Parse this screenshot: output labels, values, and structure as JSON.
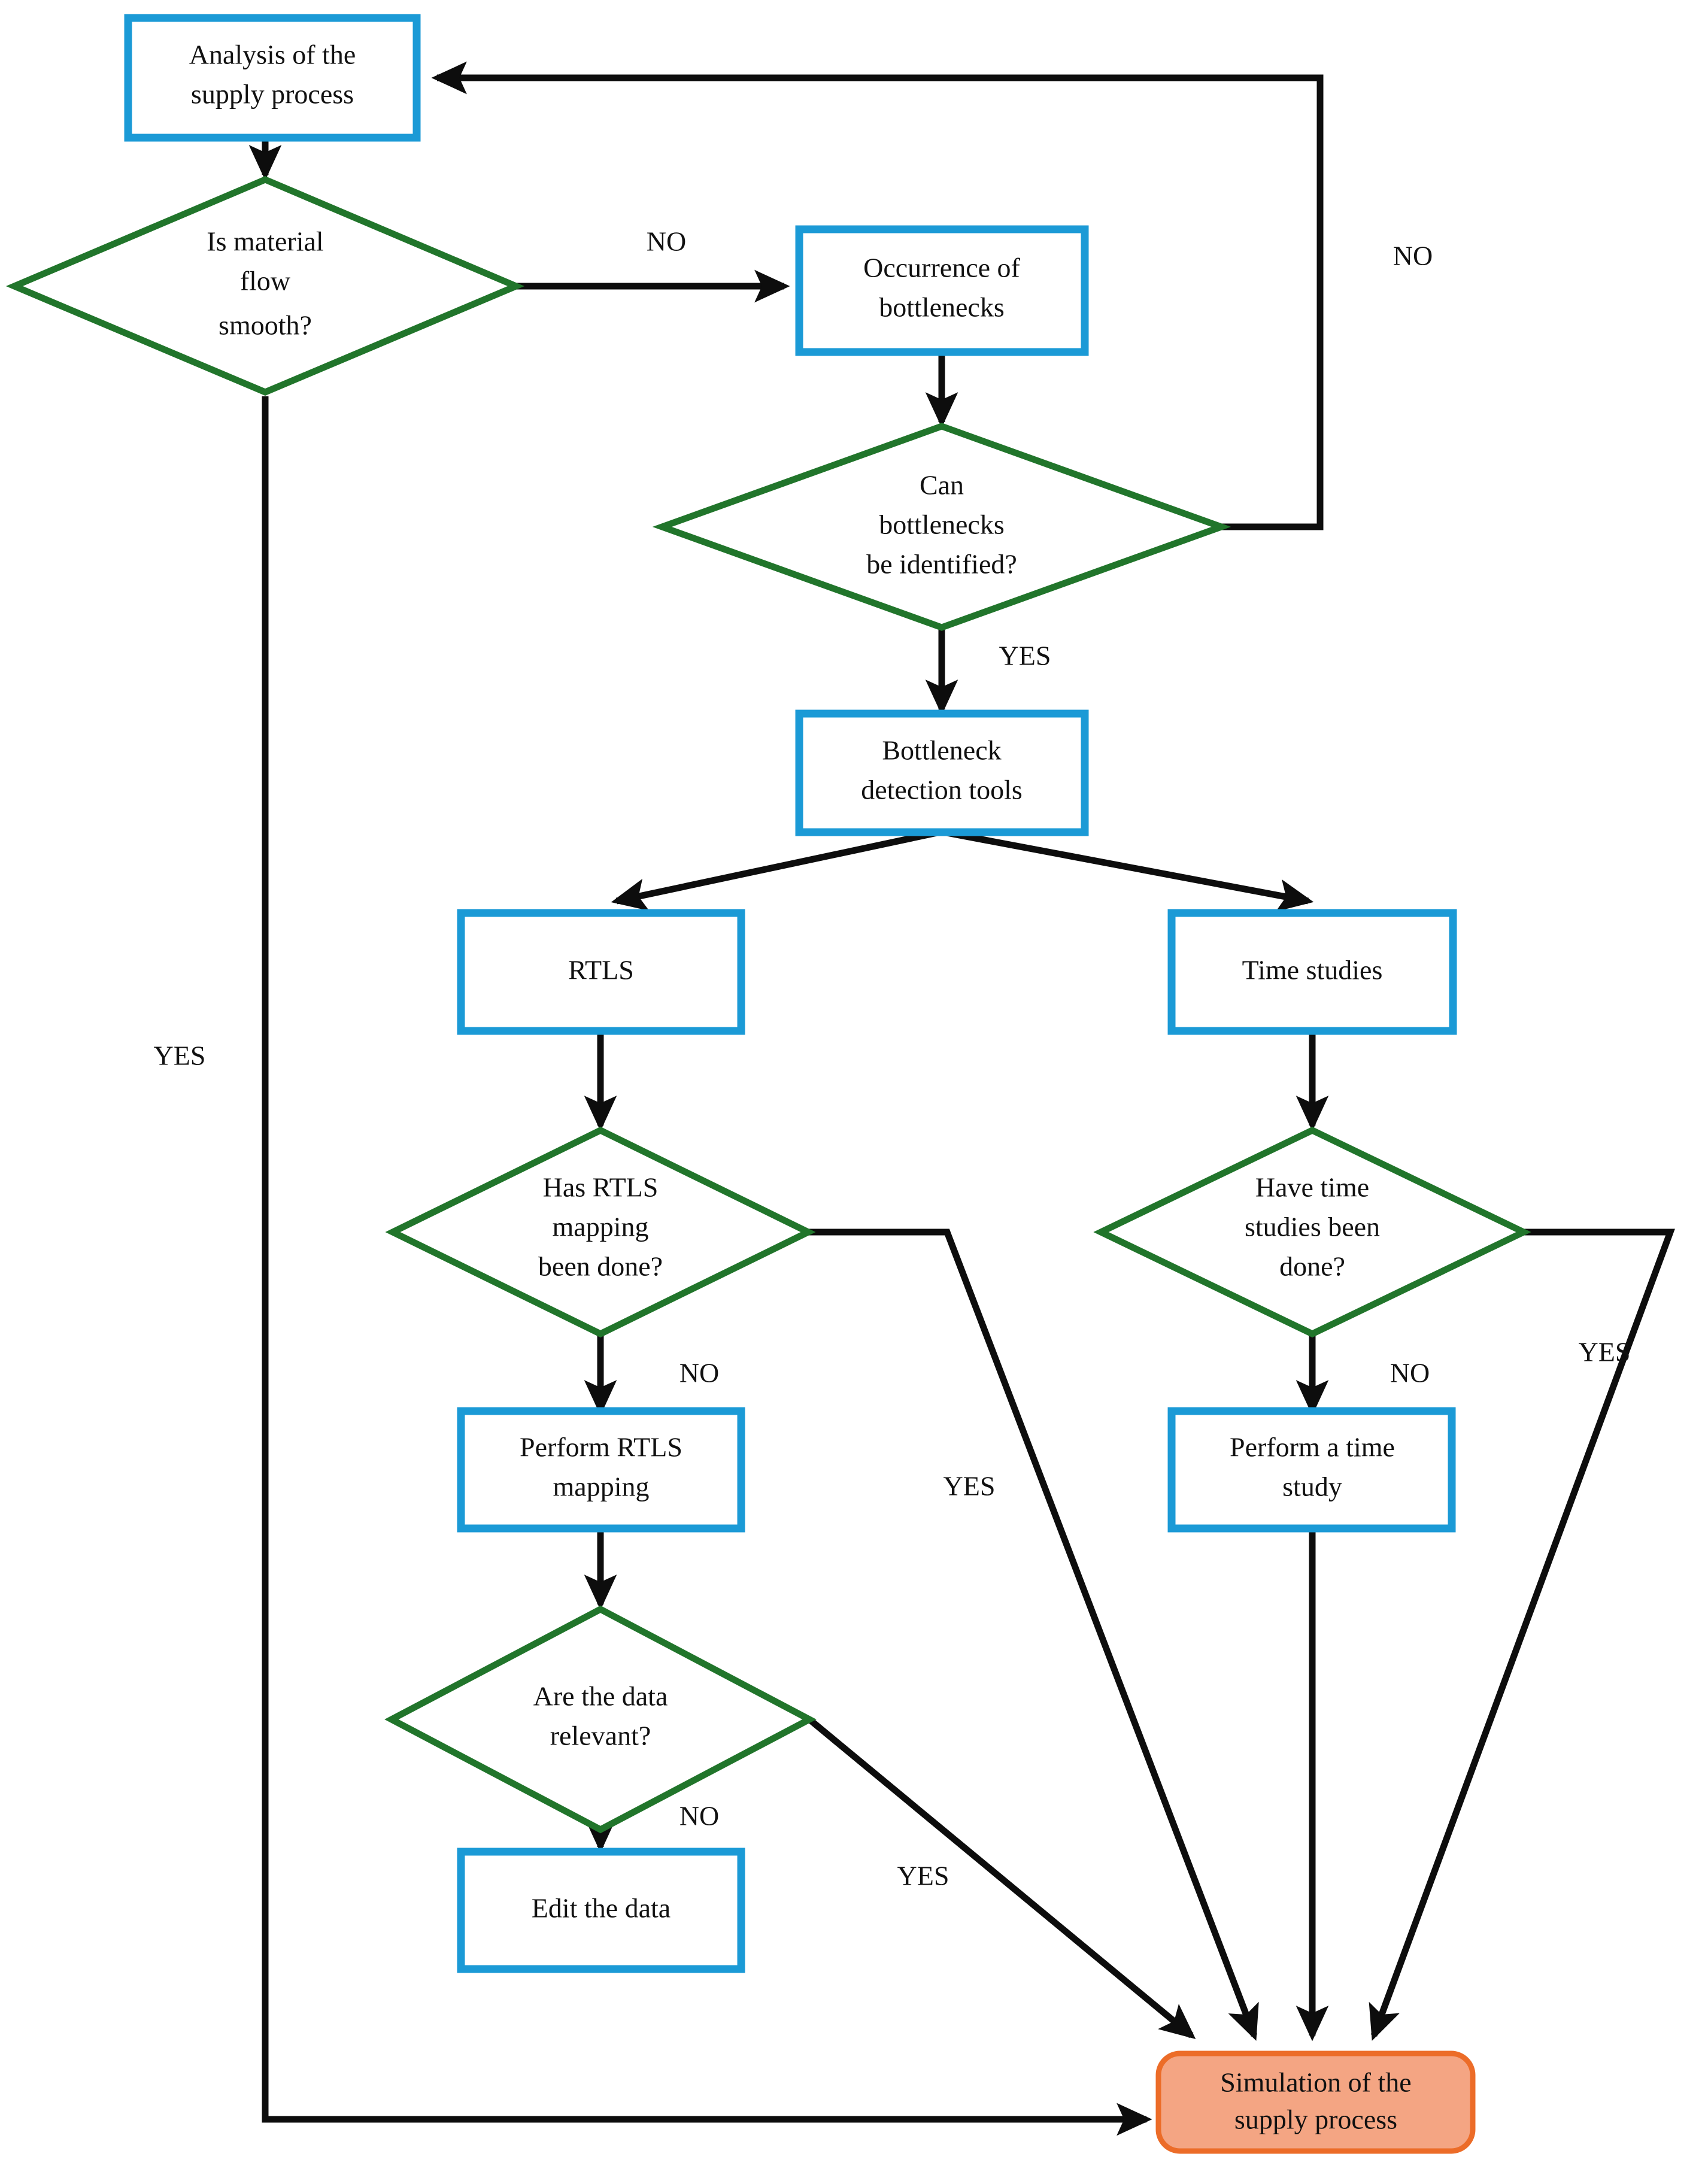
{
  "diagram": {
    "title": "Bottleneck analysis and simulation flowchart",
    "colors": {
      "process_border": "#1b9ad6",
      "decision_border": "#21752b",
      "terminal_fill": "#f4a583",
      "terminal_border": "#ec6c28",
      "connector": "#0d0d0d",
      "text": "#111111",
      "background": "#ffffff"
    },
    "nodes": [
      {
        "id": "analysis",
        "type": "process",
        "lines": [
          "Analysis of the",
          "supply process"
        ]
      },
      {
        "id": "material-flow",
        "type": "decision",
        "lines": [
          "Is material",
          "flow",
          "smooth?"
        ]
      },
      {
        "id": "occurrence",
        "type": "process",
        "lines": [
          "Occurrence of",
          "bottlenecks"
        ]
      },
      {
        "id": "can-identify",
        "type": "decision",
        "lines": [
          "Can",
          "bottlenecks",
          "be identified?"
        ]
      },
      {
        "id": "detection-tools",
        "type": "process",
        "lines": [
          "Bottleneck",
          "detection tools"
        ]
      },
      {
        "id": "rtls",
        "type": "process",
        "lines": [
          "RTLS"
        ]
      },
      {
        "id": "time-studies",
        "type": "process",
        "lines": [
          "Time studies"
        ]
      },
      {
        "id": "rtls-mapping-q",
        "type": "decision",
        "lines": [
          "Has RTLS",
          "mapping",
          "been done?"
        ]
      },
      {
        "id": "time-studies-q",
        "type": "decision",
        "lines": [
          "Have time",
          "studies been",
          "done?"
        ]
      },
      {
        "id": "perform-rtls",
        "type": "process",
        "lines": [
          "Perform RTLS",
          "mapping"
        ]
      },
      {
        "id": "perform-time",
        "type": "process",
        "lines": [
          "Perform a time",
          "study"
        ]
      },
      {
        "id": "data-relevant-q",
        "type": "decision",
        "lines": [
          "Are the data",
          "relevant?"
        ]
      },
      {
        "id": "edit-data",
        "type": "process",
        "lines": [
          "Edit the data"
        ]
      },
      {
        "id": "simulation",
        "type": "terminal",
        "lines": [
          "Simulation of the",
          "supply process"
        ]
      }
    ],
    "edge_labels": [
      {
        "id": "no-material-flow",
        "text": "NO"
      },
      {
        "id": "no-can-identify",
        "text": "NO"
      },
      {
        "id": "yes-can-identify",
        "text": "YES"
      },
      {
        "id": "yes-material-flow",
        "text": "YES"
      },
      {
        "id": "no-rtls-mapping",
        "text": "NO"
      },
      {
        "id": "no-time-studies",
        "text": "NO"
      },
      {
        "id": "yes-rtls-mapping",
        "text": "YES"
      },
      {
        "id": "yes-time-studies",
        "text": "YES"
      },
      {
        "id": "no-data-relevant",
        "text": "NO"
      },
      {
        "id": "yes-data-relevant",
        "text": "YES"
      }
    ]
  }
}
